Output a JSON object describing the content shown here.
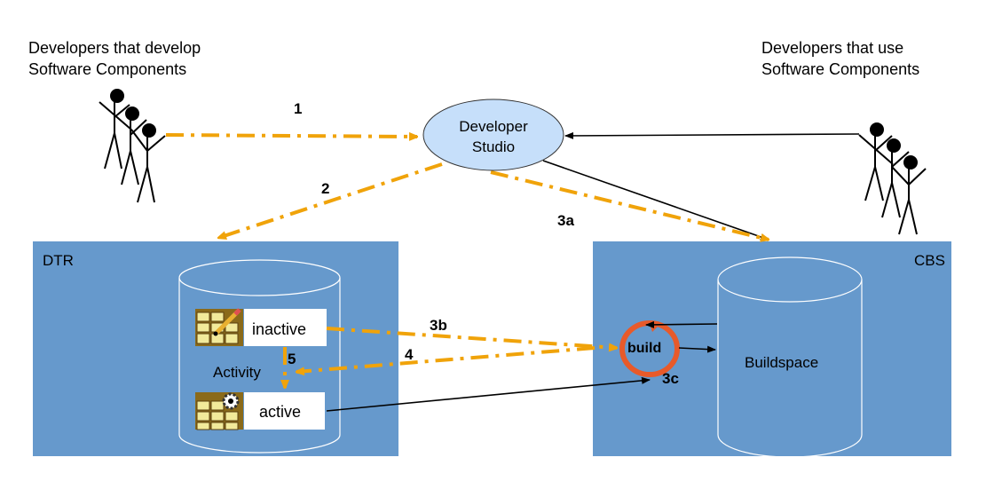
{
  "actors": {
    "left_label": [
      "Developers that develop",
      "Software Components"
    ],
    "right_label": [
      "Developers that use",
      "Software Components"
    ]
  },
  "developer_studio": {
    "label": [
      "Developer",
      "Studio"
    ],
    "fill": "#c6dffa"
  },
  "dtr": {
    "title": "DTR",
    "activity_label": "Activity",
    "inactive_label": "inactive",
    "active_label": "active",
    "fill": "#6699cc"
  },
  "cbs": {
    "title": "CBS",
    "buildspace_label": "Buildspace",
    "build_label": "build",
    "fill": "#6699cc"
  },
  "steps": {
    "s1": "1",
    "s2": "2",
    "s3a": "3a",
    "s3b": "3b",
    "s3c": "3c",
    "s4": "4",
    "s5": "5"
  },
  "colors": {
    "flow_arrow": "#f0a30a",
    "build_cycle": "#e85a2a",
    "connector": "#000000"
  }
}
